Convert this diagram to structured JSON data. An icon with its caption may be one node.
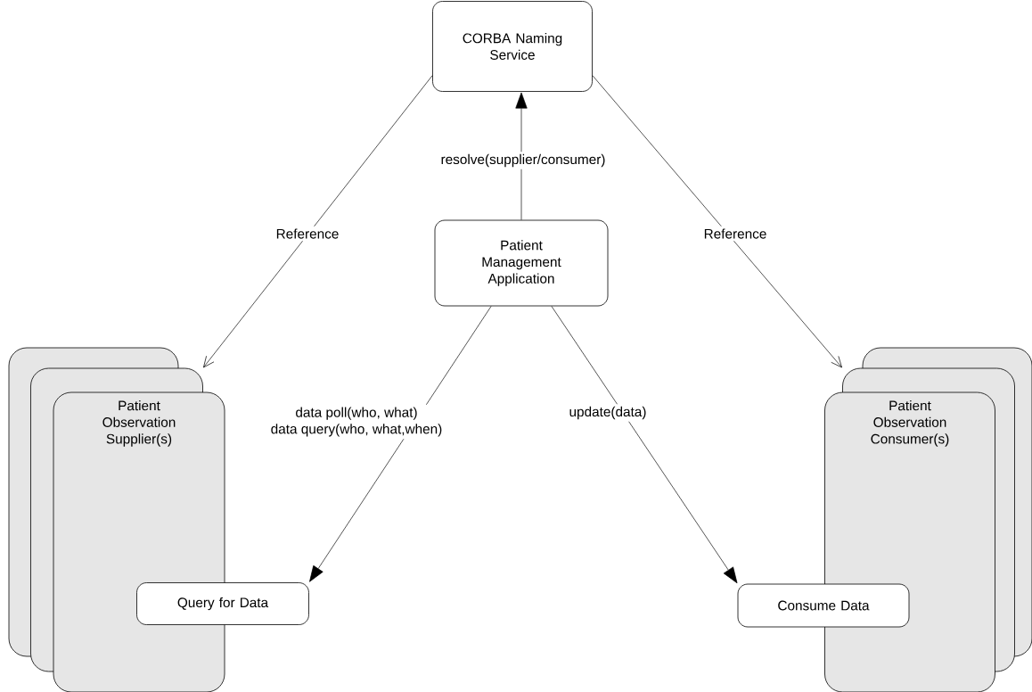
{
  "diagram": {
    "nodes": [
      {
        "text": [
          "CORBA Naming Service"
        ]
      },
      {
        "text": [
          "Patient Management Application"
        ]
      },
      {
        "text": [],
        "shape": "box"
      },
      {
        "text": [],
        "shape": "box"
      },
      {
        "text": [
          "Patient Observation Supplier(s)"
        ]
      },
      {
        "text": [
          "Query for Data"
        ]
      },
      {
        "text": [],
        "shape": "box"
      },
      {
        "text": [],
        "shape": "box"
      },
      {
        "text": [
          "Patient Observation Consumer(s)"
        ]
      },
      {
        "text": [
          "Consume Data"
        ]
      }
    ],
    "edges": [
      {
        "from": 0,
        "to": 3,
        "arrow": "to",
        "label": "Reference"
      },
      {
        "from": 1,
        "to": 0,
        "arrow": "to",
        "label": "resolve(supplier/consumer)"
      },
      {
        "from": 0,
        "to": 7,
        "arrow": "to",
        "label": "Reference"
      },
      {
        "from": 1,
        "to": 5,
        "arrow": "to",
        "label": "data poll(who, what) data query(who, what,when)"
      },
      {
        "from": 1,
        "to": 9,
        "arrow": "to",
        "label": "update(data)"
      }
    ]
  }
}
